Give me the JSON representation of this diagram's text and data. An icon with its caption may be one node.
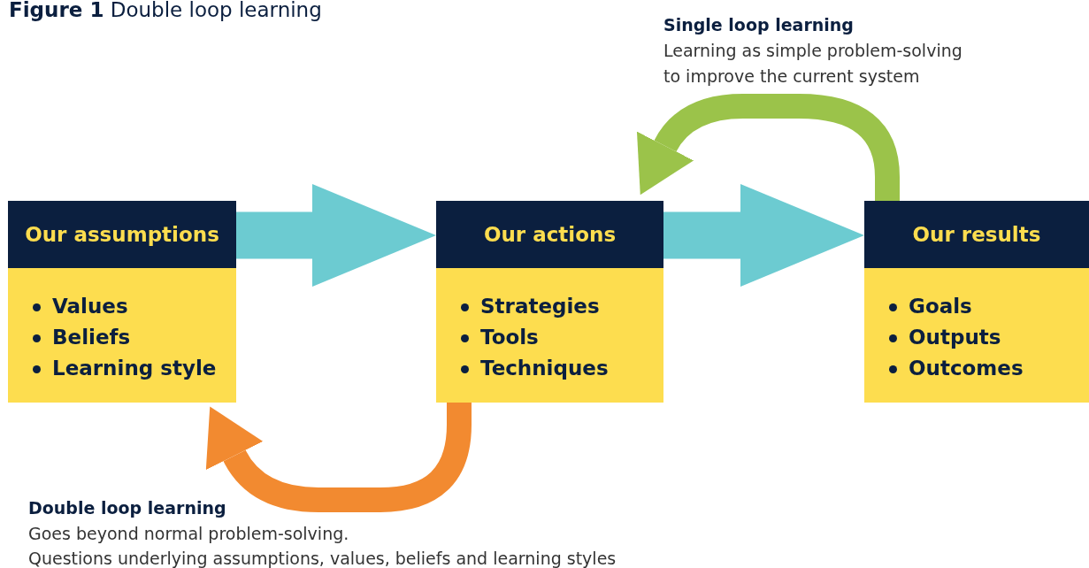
{
  "diagram": {
    "title": "**Figure 1** Double loop learning",
    "nodes": [
      {
        "text": [
          "Our assumptions",
          "Values",
          "Beliefs",
          "Learning style"
        ]
      },
      {
        "text": [
          "Our actions",
          "Strategies",
          "Tools",
          "Techniques"
        ]
      },
      {
        "text": [
          "Our results",
          "Goals",
          "Outputs",
          "Outcomes"
        ]
      }
    ],
    "edges": [
      {
        "from": 0,
        "to": 1,
        "arrow": "to",
        "style": "thick"
      },
      {
        "from": 1,
        "to": 2,
        "arrow": "to",
        "style": "thick"
      },
      {
        "from": 2,
        "to": 1,
        "arrow": "to",
        "color": "#9bc34a"
      },
      {
        "from": 1,
        "to": 0,
        "arrow": "to",
        "color": "#f28a30"
      }
    ],
    "labels": [
      "Single loop learning",
      "Learning as simple problem-solving to improve the current system",
      "Double loop learning",
      "Goes beyond normal problem-solving.",
      "Questions underlying assumptions, values, beliefs and learning styles"
    ]
  }
}
